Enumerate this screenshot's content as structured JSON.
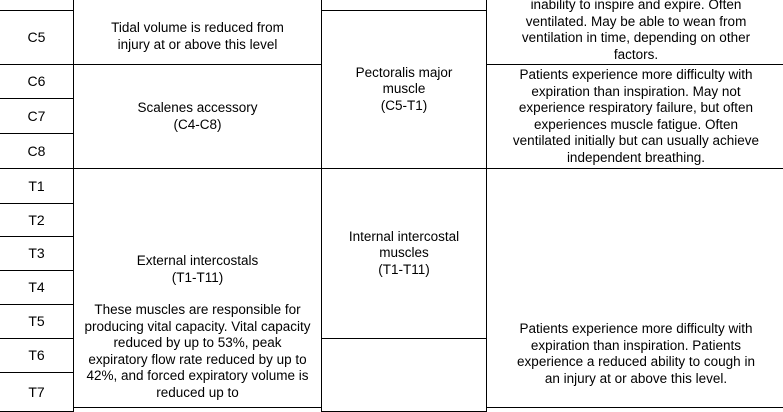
{
  "levels": [
    "C5",
    "C6",
    "C7",
    "C8",
    "T1",
    "T2",
    "T3",
    "T4",
    "T5",
    "T6",
    "T7"
  ],
  "col2": {
    "tidal": "Tidal volume is reduced from injury at or above this level",
    "scalenes": [
      "Scalenes accessory",
      "(C4-C8)"
    ],
    "external": [
      "External intercostals",
      "(T1-T11)"
    ],
    "external_desc": "These muscles are responsible for producing vital capacity. Vital capacity reduced by up to 53%, peak expiratory flow rate reduced by up to 42%, and forced expiratory volume is reduced up to"
  },
  "col3": {
    "pectoralis": [
      "Pectoralis major",
      "muscle",
      "(C5-T1)"
    ],
    "internal": [
      "Internal intercostal",
      "muscles",
      "(T1-T11)"
    ]
  },
  "col4": {
    "top": [
      "inability to inspire and expire. Often",
      "ventilated. May be able to wean from",
      "ventilation in time, depending on other",
      "factors."
    ],
    "middle": [
      "Patients experience more difficulty with",
      "expiration than inspiration. May not",
      "experience respiratory failure, but often",
      "experiences muscle fatigue. Often",
      "ventilated initially but can usually achieve",
      "independent breathing."
    ],
    "bottom": [
      "Patients experience more difficulty with",
      "expiration than inspiration. Patients",
      "experience a reduced ability to cough in",
      "an injury at or above this level."
    ]
  }
}
